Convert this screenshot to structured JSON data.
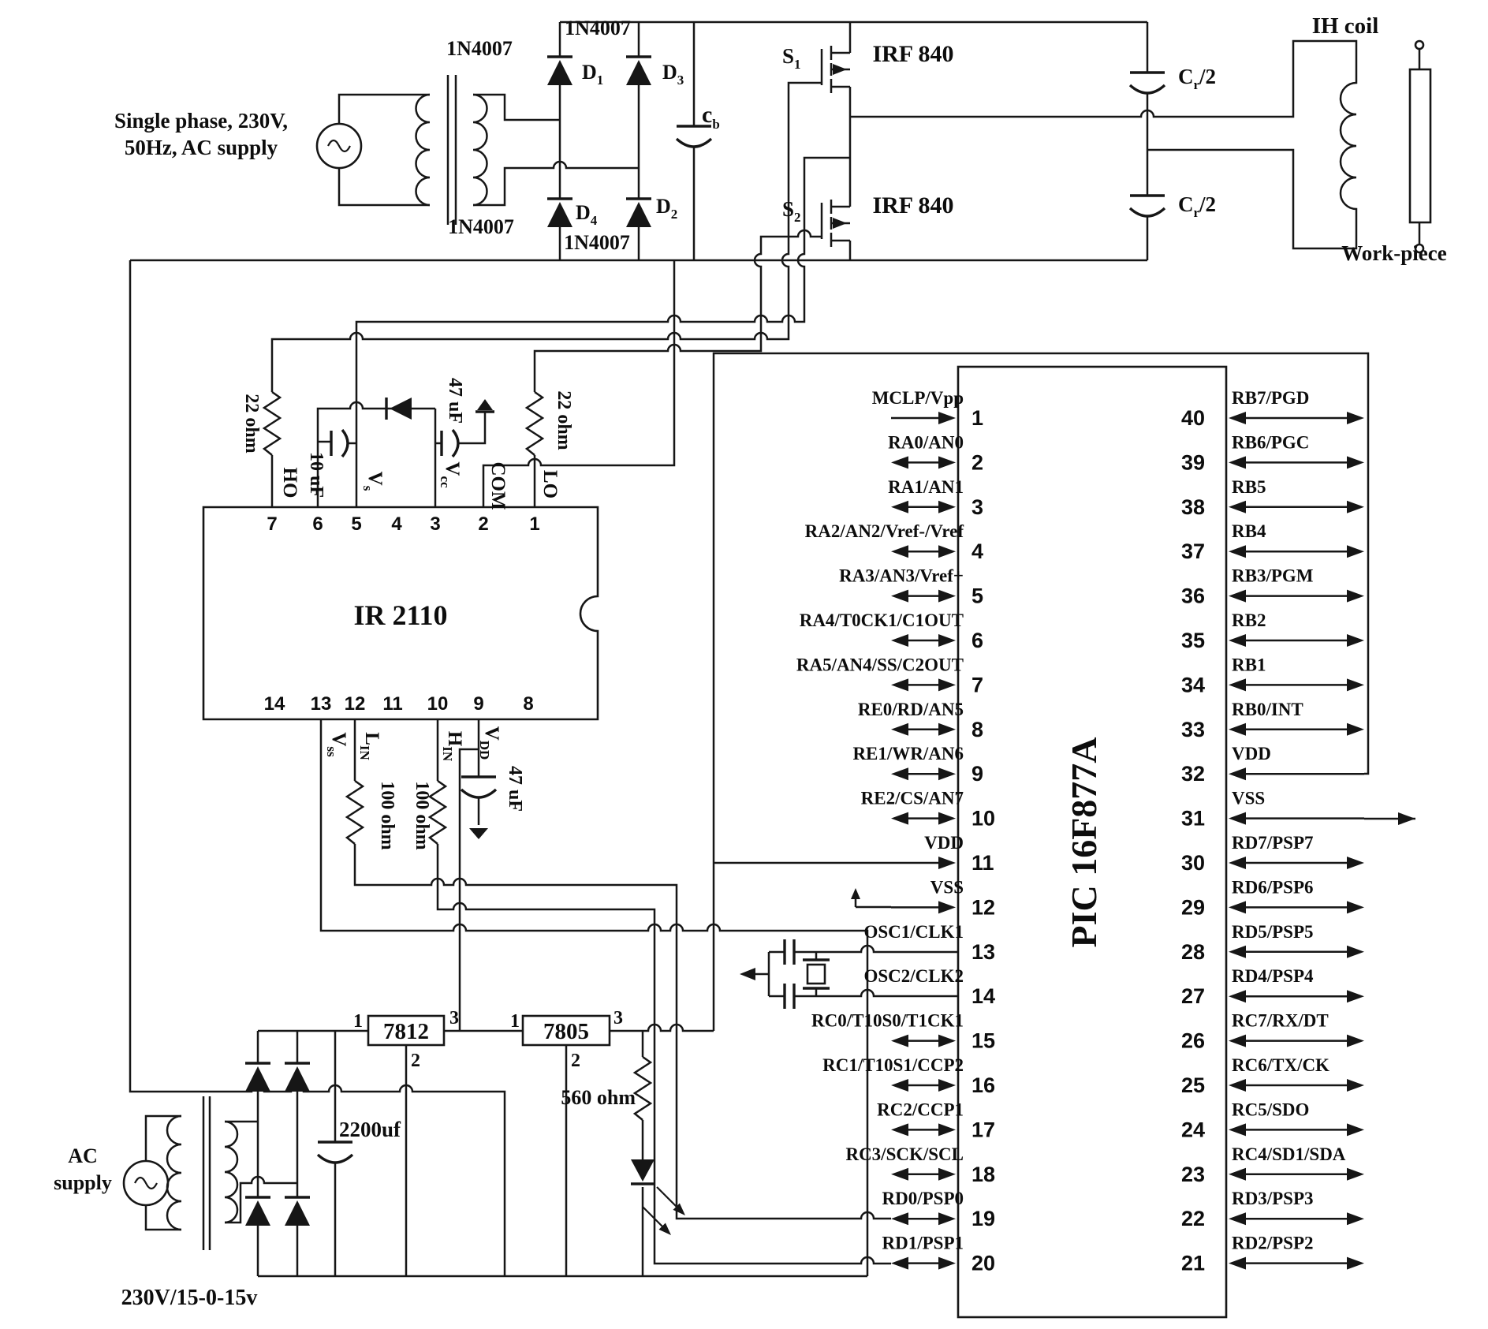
{
  "title": "Induction heating power supply schematic",
  "top": {
    "supply_label_1": "Single phase, 230V,",
    "supply_label_2": "50Hz, AC supply",
    "diode_tl": "1N4007",
    "diode_tm": "1N4007",
    "diode_bl": "1N4007",
    "diode_bm": "1N4007",
    "d1": {
      "main": "D",
      "sub": "1"
    },
    "d2": {
      "main": "D",
      "sub": "2"
    },
    "d3": {
      "main": "D",
      "sub": "3"
    },
    "d4": {
      "main": "D",
      "sub": "4"
    },
    "cb": {
      "main": "c",
      "sub": "b"
    },
    "s1": {
      "main": "S",
      "sub": "1"
    },
    "s2": {
      "main": "S",
      "sub": "2"
    },
    "mosfet1": "IRF 840",
    "mosfet2": "IRF 840",
    "cr_top": {
      "main": "C",
      "sub": "r",
      "rest": "/2"
    },
    "cr_bot": {
      "main": "C",
      "sub": "r",
      "rest": "/2"
    },
    "ih_coil": "IH coil",
    "workpiece": "Work-piece"
  },
  "driver": {
    "name": "IR 2110",
    "r_ho": "22 ohm",
    "r_lo": "22 ohm",
    "r_lin": "100 ohm",
    "r_hin": "100 ohm",
    "c_boot": "10 uF",
    "c_vcc": "47 uF",
    "c_vdd": "47 uF",
    "ho": "HO",
    "lo": "LO",
    "com": "COM",
    "vs": {
      "main": "V",
      "sub": "s"
    },
    "vcc": {
      "main": "V",
      "sub": "cc"
    },
    "vss": {
      "main": "V",
      "sub": "ss"
    },
    "vdd": {
      "main": "V",
      "sub": "DD"
    },
    "lin": {
      "main": "L",
      "sub": "IN"
    },
    "hin": {
      "main": "H",
      "sub": "IN"
    },
    "top_pins": [
      "7",
      "6",
      "5",
      "4",
      "3",
      "2",
      "1"
    ],
    "bottom_pins": [
      "14",
      "13",
      "12",
      "11",
      "10",
      "9",
      "8"
    ]
  },
  "psu": {
    "ac_1": "AC",
    "ac_2": "supply",
    "transformer": "230V/15-0-15v",
    "cap": "2200uf",
    "reg1": "7812",
    "reg2": "7805",
    "reg1_in": "1",
    "reg1_gnd": "2",
    "reg1_out": "3",
    "reg2_in": "1",
    "reg2_gnd": "2",
    "reg2_out": "3",
    "r_led": "560 ohm"
  },
  "pic": {
    "name": "PIC 16F877A",
    "left_pins": [
      {
        "n": "1",
        "label": "MCLP/Vpp",
        "arrow": "right"
      },
      {
        "n": "2",
        "label": "RA0/AN0",
        "arrow": "bi"
      },
      {
        "n": "3",
        "label": "RA1/AN1",
        "arrow": "bi"
      },
      {
        "n": "4",
        "label": "RA2/AN2/Vref-/Vref",
        "arrow": "bi"
      },
      {
        "n": "5",
        "label": "RA3/AN3/Vref+",
        "arrow": "bi"
      },
      {
        "n": "6",
        "label": "RA4/T0CK1/C1OUT",
        "arrow": "bi"
      },
      {
        "n": "7",
        "label": "RA5/AN4/SS/C2OUT",
        "arrow": "bi"
      },
      {
        "n": "8",
        "label": "RE0/RD/AN5",
        "arrow": "bi"
      },
      {
        "n": "9",
        "label": "RE1/WR/AN6",
        "arrow": "bi"
      },
      {
        "n": "10",
        "label": "RE2/CS/AN7",
        "arrow": "bi"
      },
      {
        "n": "11",
        "label": "VDD",
        "arrow": "right"
      },
      {
        "n": "12",
        "label": "VSS",
        "arrow": "right"
      },
      {
        "n": "13",
        "label": "OSC1/CLK1",
        "arrow": "none"
      },
      {
        "n": "14",
        "label": "OSC2/CLK2",
        "arrow": "none"
      },
      {
        "n": "15",
        "label": "RC0/T10S0/T1CK1",
        "arrow": "bi"
      },
      {
        "n": "16",
        "label": "RC1/T10S1/CCP2",
        "arrow": "bi"
      },
      {
        "n": "17",
        "label": "RC2/CCP1",
        "arrow": "bi"
      },
      {
        "n": "18",
        "label": "RC3/SCK/SCL",
        "arrow": "bi"
      },
      {
        "n": "19",
        "label": "RD0/PSP0",
        "arrow": "bi"
      },
      {
        "n": "20",
        "label": "RD1/PSP1",
        "arrow": "bi"
      }
    ],
    "right_pins": [
      {
        "n": "40",
        "label": "RB7/PGD",
        "arrow": "bi"
      },
      {
        "n": "39",
        "label": "RB6/PGC",
        "arrow": "bi"
      },
      {
        "n": "38",
        "label": "RB5",
        "arrow": "bi"
      },
      {
        "n": "37",
        "label": "RB4",
        "arrow": "bi"
      },
      {
        "n": "36",
        "label": "RB3/PGM",
        "arrow": "bi"
      },
      {
        "n": "35",
        "label": "RB2",
        "arrow": "bi"
      },
      {
        "n": "34",
        "label": "RB1",
        "arrow": "bi"
      },
      {
        "n": "33",
        "label": "RB0/INT",
        "arrow": "bi"
      },
      {
        "n": "32",
        "label": "VDD",
        "arrow": "left"
      },
      {
        "n": "31",
        "label": "VSS",
        "arrow": "left"
      },
      {
        "n": "30",
        "label": "RD7/PSP7",
        "arrow": "bi"
      },
      {
        "n": "29",
        "label": "RD6/PSP6",
        "arrow": "bi"
      },
      {
        "n": "28",
        "label": "RD5/PSP5",
        "arrow": "bi"
      },
      {
        "n": "27",
        "label": "RD4/PSP4",
        "arrow": "bi"
      },
      {
        "n": "26",
        "label": "RC7/RX/DT",
        "arrow": "bi"
      },
      {
        "n": "25",
        "label": "RC6/TX/CK",
        "arrow": "bi"
      },
      {
        "n": "24",
        "label": "RC5/SDO",
        "arrow": "bi"
      },
      {
        "n": "23",
        "label": "RC4/SD1/SDA",
        "arrow": "bi"
      },
      {
        "n": "22",
        "label": "RD3/PSP3",
        "arrow": "bi"
      },
      {
        "n": "21",
        "label": "RD2/PSP2",
        "arrow": "bi"
      }
    ]
  }
}
